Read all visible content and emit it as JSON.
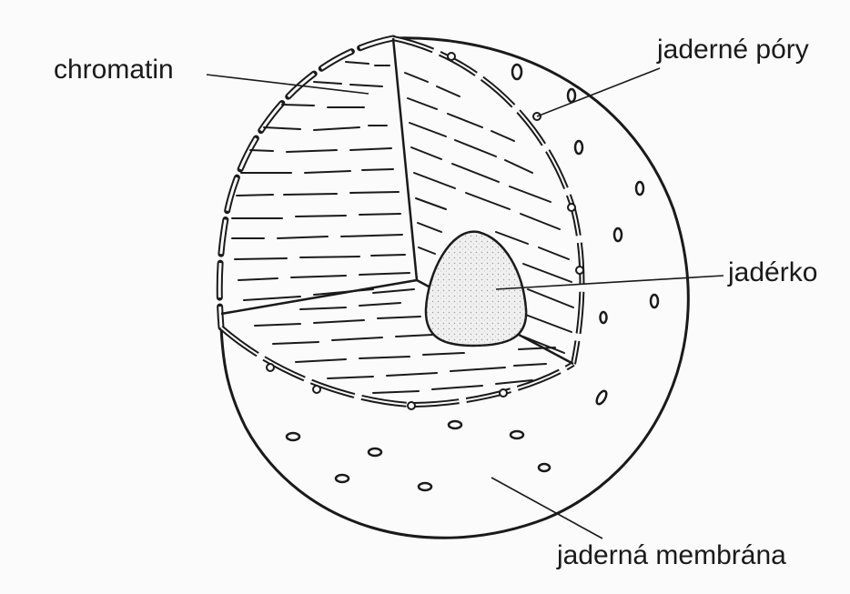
{
  "labels": {
    "chromatin": "chromatin",
    "nuclear_pores": "jaderné póry",
    "nucleolus": "jadérko",
    "nuclear_membrane": "jaderná membrána"
  },
  "colors": {
    "ink": "#1a1a1a",
    "background": "#fbfbfb",
    "nucleolus_fill": "#f0f0f0"
  }
}
